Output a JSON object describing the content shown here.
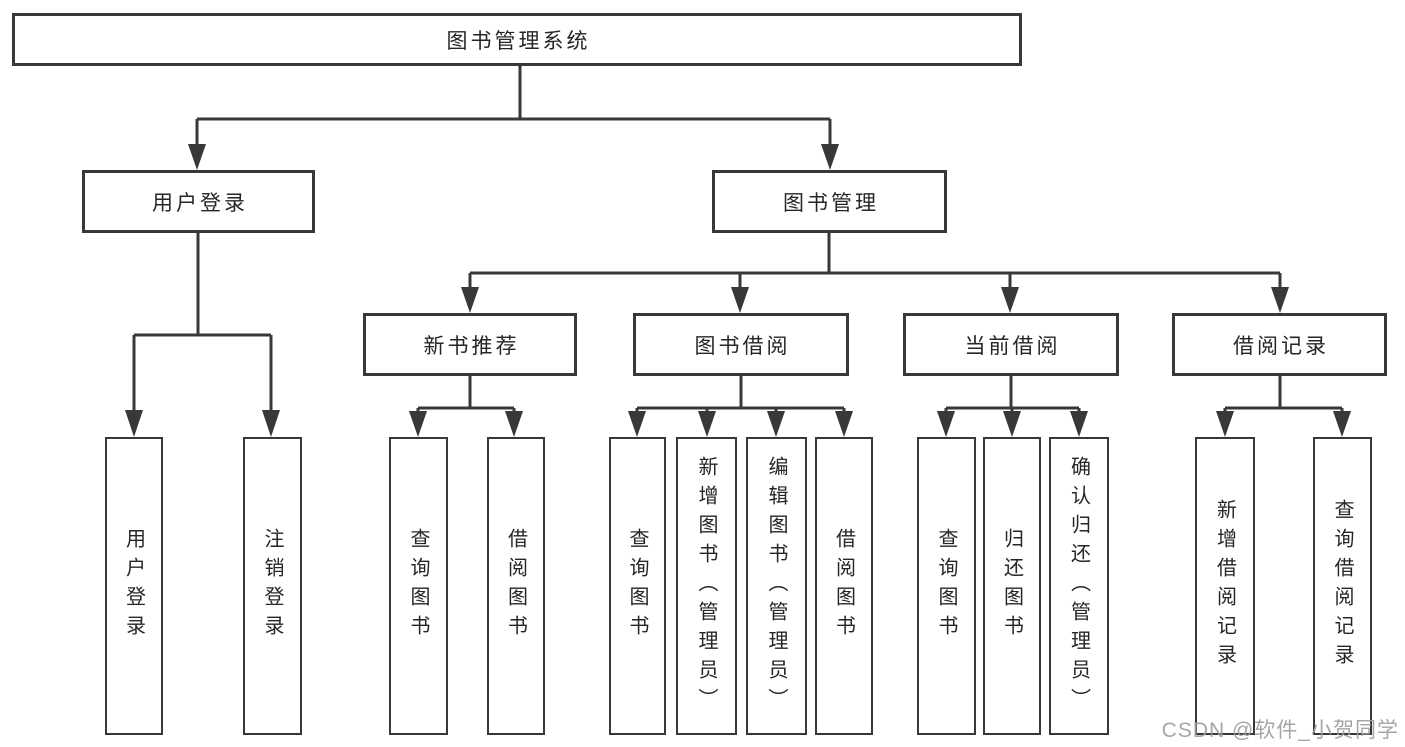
{
  "tree": {
    "label": "图书管理系统",
    "children": [
      {
        "label": "用户登录",
        "children": [
          {
            "label": "用户登录"
          },
          {
            "label": "注销登录"
          }
        ]
      },
      {
        "label": "图书管理",
        "children": [
          {
            "label": "新书推荐",
            "children": [
              {
                "label": "查询图书"
              },
              {
                "label": "借阅图书"
              }
            ]
          },
          {
            "label": "图书借阅",
            "children": [
              {
                "label": "查询图书"
              },
              {
                "label": "新增图书（管理员）"
              },
              {
                "label": "编辑图书（管理员）"
              },
              {
                "label": "借阅图书"
              }
            ]
          },
          {
            "label": "当前借阅",
            "children": [
              {
                "label": "查询图书"
              },
              {
                "label": "归还图书"
              },
              {
                "label": "确认归还（管理员）"
              }
            ]
          },
          {
            "label": "借阅记录",
            "children": [
              {
                "label": "新增借阅记录"
              },
              {
                "label": "查询借阅记录"
              }
            ]
          }
        ]
      }
    ]
  },
  "watermark": "CSDN @软件_小贺同学",
  "colors": {
    "line": "#383838",
    "box_border": "#383838",
    "text": "#262626",
    "background": "#ffffff",
    "watermark": "#9b9ea2"
  }
}
